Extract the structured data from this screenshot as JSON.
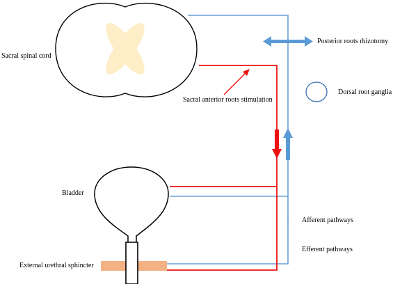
{
  "labels": {
    "spinal_cord": "Sacral spinal cord",
    "posterior_rhizotomy": "Posterior roots rhizotomy",
    "dorsal_root_ganglia": "Dorsal root ganglia",
    "anterior_stimulation": "Sacral anterior roots stimulation",
    "bladder": "Bladder",
    "afferent": "Afferent pathways",
    "efferent": "Efferent pathways",
    "sphincter": "External urethral sphincter"
  },
  "colors": {
    "afferent": "#6a9fd6",
    "efferent": "#ee1111",
    "butterfly": "#fdeec8",
    "sphincter": "#f4b183",
    "outline": "#000000",
    "ganglion": "#3a6fb5",
    "rhizotomy_arrow": "#5b9bd5"
  }
}
